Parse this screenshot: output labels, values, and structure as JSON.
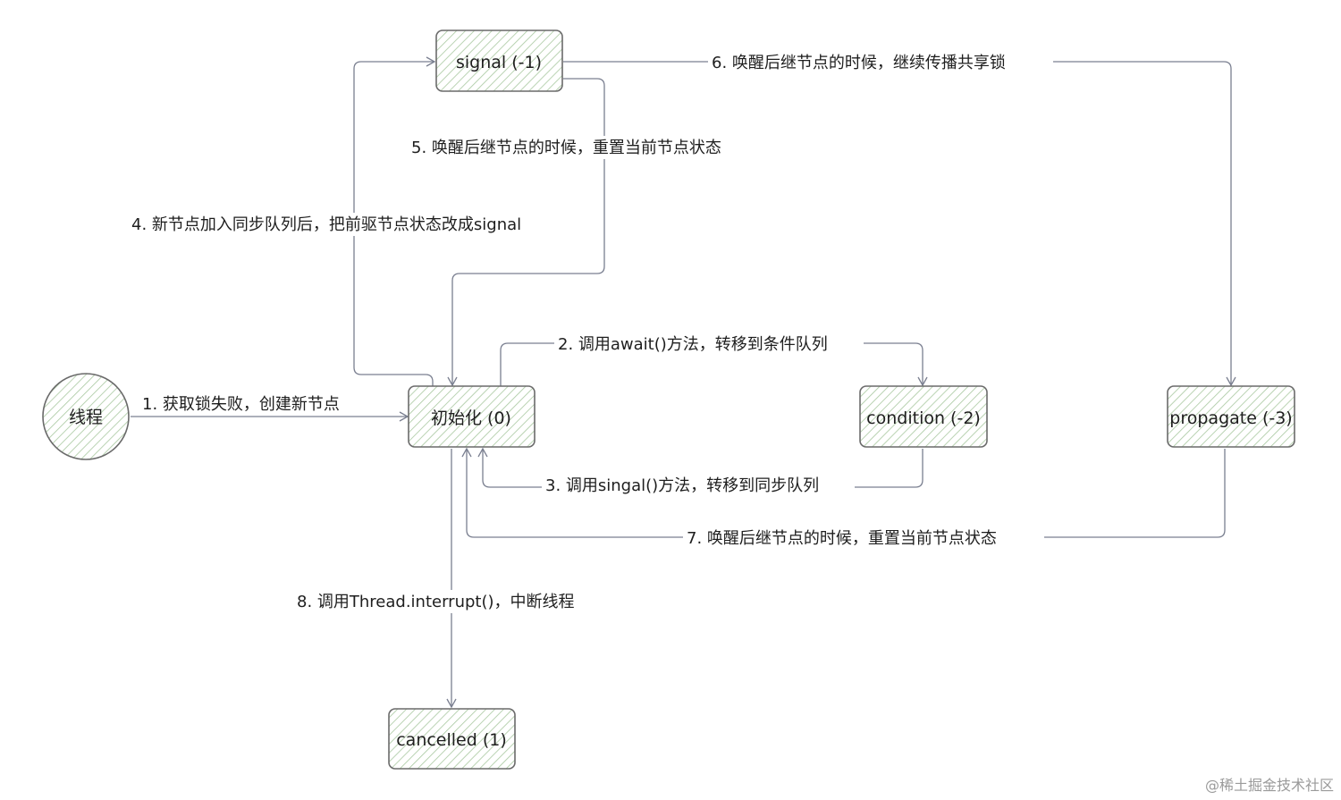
{
  "nodes": {
    "thread": "线程",
    "init": "初始化 (0)",
    "signal": "signal (-1)",
    "condition": "condition (-2)",
    "propagate": "propagate (-3)",
    "cancelled": "cancelled (1)"
  },
  "edges": {
    "e1": "1. 获取锁失败，创建新节点",
    "e2": "2. 调用await()方法，转移到条件队列",
    "e3": "3. 调用singal()方法，转移到同步队列",
    "e4": "4. 新节点加入同步队列后，把前驱节点状态改成signal",
    "e5": "5. 唤醒后继节点的时候，重置当前节点状态",
    "e6": "6. 唤醒后继节点的时候，继续传播共享锁",
    "e7": "7. 唤醒后继节点的时候，重置当前节点状态",
    "e8": "8. 调用Thread.interrupt()，中断线程"
  },
  "watermark": "@稀土掘金技术社区",
  "colors": {
    "hatch": "#a9c8a0",
    "stroke": "#6a6a6a",
    "edge": "#7a7f90"
  }
}
